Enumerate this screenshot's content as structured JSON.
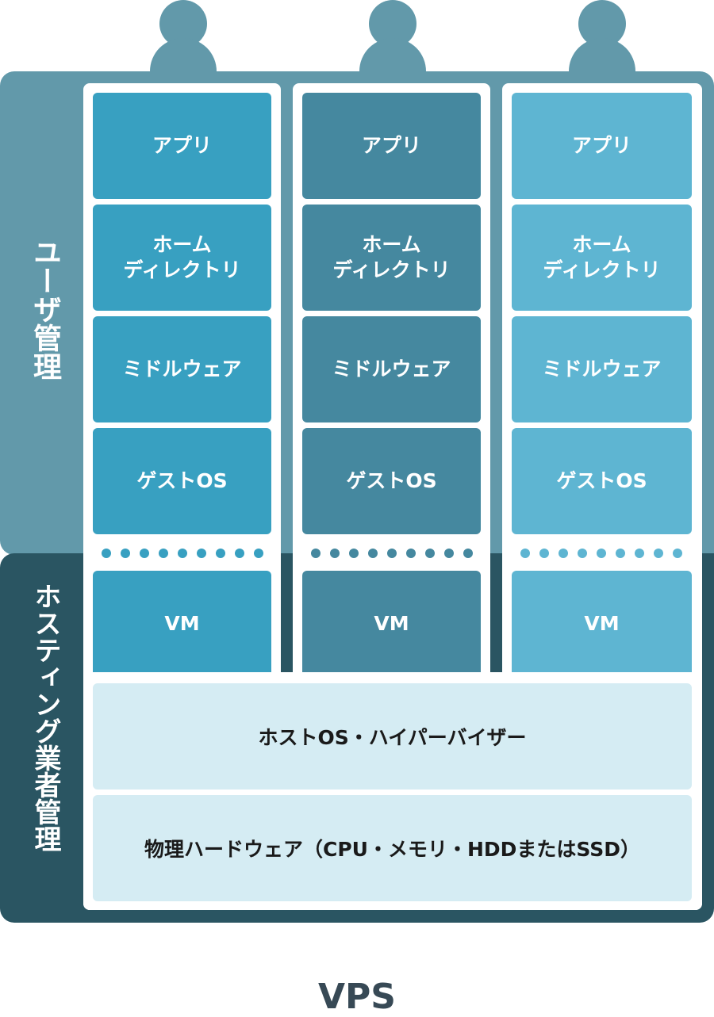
{
  "labels": {
    "user_managed": "ユーザ管理",
    "host_managed": "ホスティング業者管理"
  },
  "columns": [
    {
      "color": "#38a0c1",
      "layers": [
        "アプリ",
        "ホーム\nディレクトリ",
        "ミドルウェア",
        "ゲストOS"
      ],
      "vm": "VM"
    },
    {
      "color": "#45889f",
      "layers": [
        "アプリ",
        "ホーム\nディレクトリ",
        "ミドルウェア",
        "ゲストOS"
      ],
      "vm": "VM"
    },
    {
      "color": "#5eb5d2",
      "layers": [
        "アプリ",
        "ホーム\nディレクトリ",
        "ミドルウェア",
        "ゲストOS"
      ],
      "vm": "VM"
    }
  ],
  "shared": {
    "host_os": "ホストOS・ハイパーバイザー",
    "hardware": "物理ハードウェア（CPU・メモリ・HDDまたはSSD）"
  },
  "title": "VPS",
  "colors": {
    "user_band": "#6299aa",
    "host_band": "#2a5562",
    "shared_layer": "#d5ecf3"
  }
}
